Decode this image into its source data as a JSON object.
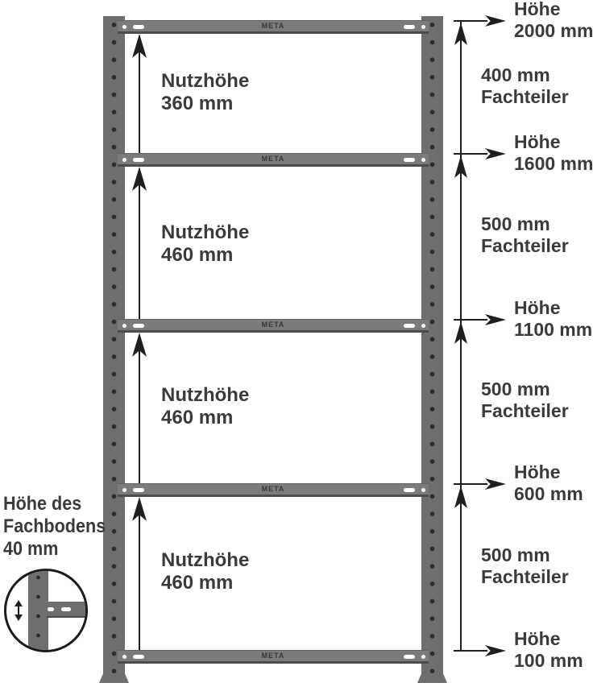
{
  "rack": {
    "brand_logo": "META",
    "compartments": [
      {
        "line1": "Nutzhöhe",
        "line2": "360 mm"
      },
      {
        "line1": "Nutzhöhe",
        "line2": "460 mm"
      },
      {
        "line1": "Nutzhöhe",
        "line2": "460 mm"
      },
      {
        "line1": "Nutzhöhe",
        "line2": "460 mm"
      }
    ]
  },
  "right_dimensions": {
    "height_markers": [
      {
        "line1": "Höhe",
        "line2": "2000 mm"
      },
      {
        "line1": "Höhe",
        "line2": "1600 mm"
      },
      {
        "line1": "Höhe",
        "line2": "1100 mm"
      },
      {
        "line1": "Höhe",
        "line2": "600 mm"
      },
      {
        "line1": "Höhe",
        "line2": "100 mm"
      }
    ],
    "spacer_labels": [
      {
        "line1": "400 mm",
        "line2": "Fachteiler"
      },
      {
        "line1": "500 mm",
        "line2": "Fachteiler"
      },
      {
        "line1": "500 mm",
        "line2": "Fachteiler"
      },
      {
        "line1": "500 mm",
        "line2": "Fachteiler"
      }
    ]
  },
  "shelf_detail": {
    "caption_line1": "Höhe des",
    "caption_line2": "Fachbodens",
    "caption_line3": "40 mm"
  },
  "colors": {
    "steel_post": "#6e6e6e",
    "steel_bar": "#7b7b7b",
    "steel_shadow": "#4c4c4c",
    "text": "#3b3b3b",
    "line": "#1f1f1f"
  }
}
